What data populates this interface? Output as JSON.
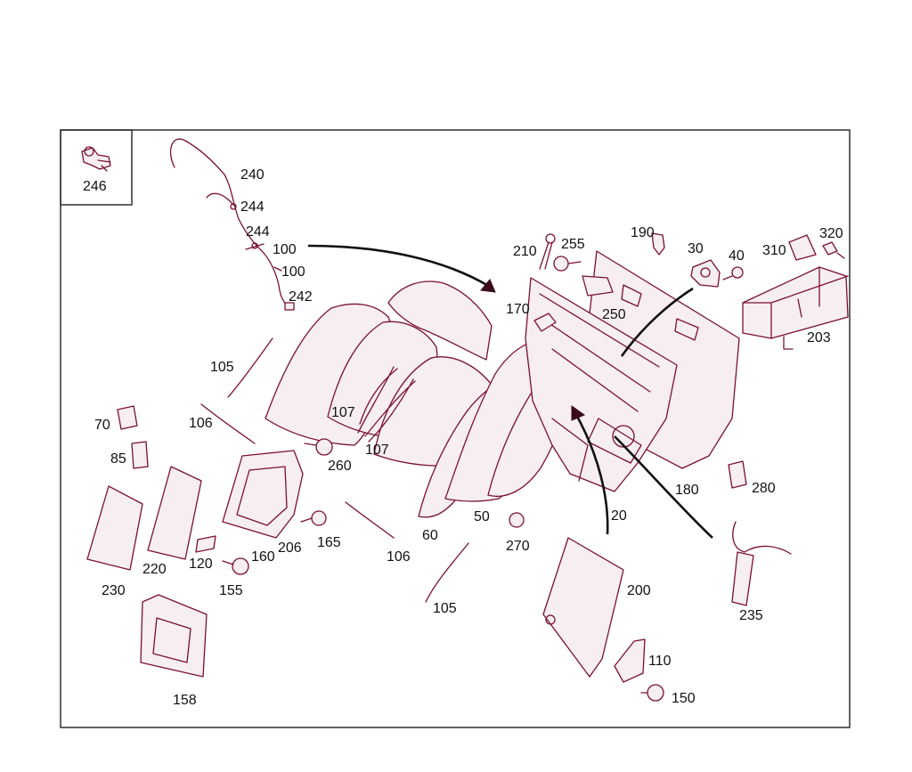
{
  "diagram": {
    "inset_label": "246",
    "callouts": [
      {
        "id": "c240",
        "text": "240"
      },
      {
        "id": "c244a",
        "text": "244"
      },
      {
        "id": "c244b",
        "text": "244"
      },
      {
        "id": "c100a",
        "text": "100"
      },
      {
        "id": "c100b",
        "text": "100"
      },
      {
        "id": "c242",
        "text": "242"
      },
      {
        "id": "c105a",
        "text": "105"
      },
      {
        "id": "c106a",
        "text": "106"
      },
      {
        "id": "c70",
        "text": "70"
      },
      {
        "id": "c85",
        "text": "85"
      },
      {
        "id": "c107a",
        "text": "107"
      },
      {
        "id": "c107b",
        "text": "107"
      },
      {
        "id": "c260",
        "text": "260"
      },
      {
        "id": "c210",
        "text": "210"
      },
      {
        "id": "c255",
        "text": "255"
      },
      {
        "id": "c190",
        "text": "190"
      },
      {
        "id": "c30",
        "text": "30"
      },
      {
        "id": "c40",
        "text": "40"
      },
      {
        "id": "c310",
        "text": "310"
      },
      {
        "id": "c320",
        "text": "320"
      },
      {
        "id": "c170",
        "text": "170"
      },
      {
        "id": "c250",
        "text": "250"
      },
      {
        "id": "c203",
        "text": "203"
      },
      {
        "id": "c180",
        "text": "180"
      },
      {
        "id": "c280",
        "text": "280"
      },
      {
        "id": "c50",
        "text": "50"
      },
      {
        "id": "c60",
        "text": "60"
      },
      {
        "id": "c20",
        "text": "20"
      },
      {
        "id": "c270",
        "text": "270"
      },
      {
        "id": "c206",
        "text": "206"
      },
      {
        "id": "c165",
        "text": "165"
      },
      {
        "id": "c160",
        "text": "160"
      },
      {
        "id": "c106b",
        "text": "106"
      },
      {
        "id": "c220",
        "text": "220"
      },
      {
        "id": "c120",
        "text": "120"
      },
      {
        "id": "c230",
        "text": "230"
      },
      {
        "id": "c155",
        "text": "155"
      },
      {
        "id": "c105b",
        "text": "105"
      },
      {
        "id": "c200",
        "text": "200"
      },
      {
        "id": "c235",
        "text": "235"
      },
      {
        "id": "c110",
        "text": "110"
      },
      {
        "id": "c150",
        "text": "150"
      },
      {
        "id": "c158",
        "text": "158"
      }
    ]
  },
  "colors": {
    "parts": "#7a1030",
    "text": "#111111",
    "frame": "#222222"
  }
}
